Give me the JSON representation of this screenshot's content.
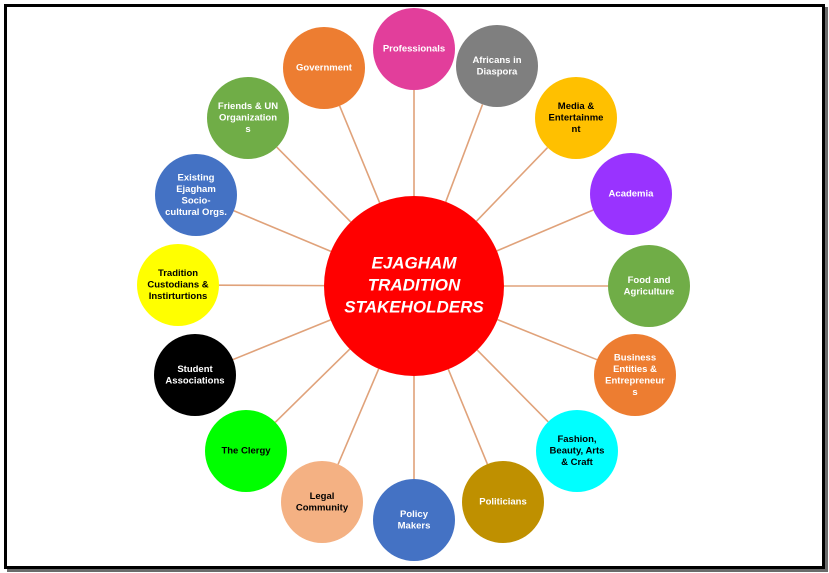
{
  "diagram": {
    "center": {
      "lines": [
        "EJAGHAM",
        "TRADITION",
        "STAKEHOLDERS"
      ],
      "color": "#ff0000",
      "text_color": "#ffffff"
    },
    "connector_color": "#e0a27a",
    "stakeholders": [
      {
        "lines": [
          "Professionals"
        ],
        "color": "#e23e9b",
        "text_color": "#ffffff"
      },
      {
        "lines": [
          "Africans in",
          "Diaspora"
        ],
        "color": "#7f7f7f",
        "text_color": "#ffffff"
      },
      {
        "lines": [
          "Media &",
          "Entertainme",
          "nt"
        ],
        "color": "#ffc000",
        "text_color": "#000000"
      },
      {
        "lines": [
          "Academia"
        ],
        "color": "#9933ff",
        "text_color": "#ffffff"
      },
      {
        "lines": [
          "Food and",
          "Agriculture"
        ],
        "color": "#70ad47",
        "text_color": "#ffffff"
      },
      {
        "lines": [
          "Business",
          "Entities &",
          "Entrepreneur",
          "s"
        ],
        "color": "#ed7d31",
        "text_color": "#ffffff"
      },
      {
        "lines": [
          "Fashion,",
          "Beauty, Arts",
          "& Craft"
        ],
        "color": "#00ffff",
        "text_color": "#000000"
      },
      {
        "lines": [
          "Politicians"
        ],
        "color": "#bf9000",
        "text_color": "#ffffff"
      },
      {
        "lines": [
          "Policy",
          "Makers"
        ],
        "color": "#4472c4",
        "text_color": "#ffffff"
      },
      {
        "lines": [
          "Legal",
          "Community"
        ],
        "color": "#f4b183",
        "text_color": "#000000"
      },
      {
        "lines": [
          "The Clergy"
        ],
        "color": "#00ff00",
        "text_color": "#000000"
      },
      {
        "lines": [
          "Student",
          "Associations"
        ],
        "color": "#000000",
        "text_color": "#ffffff"
      },
      {
        "lines": [
          "Tradition",
          "Custodians &",
          "Instirturtions"
        ],
        "color": "#ffff00",
        "text_color": "#000000"
      },
      {
        "lines": [
          "Existing",
          "Ejagham",
          "Socio-",
          "cultural Orgs."
        ],
        "color": "#4472c4",
        "text_color": "#ffffff"
      },
      {
        "lines": [
          "Friends & UN",
          "Organization",
          "s"
        ],
        "color": "#70ad47",
        "text_color": "#ffffff"
      },
      {
        "lines": [
          "Government"
        ],
        "color": "#ed7d31",
        "text_color": "#ffffff"
      }
    ]
  }
}
